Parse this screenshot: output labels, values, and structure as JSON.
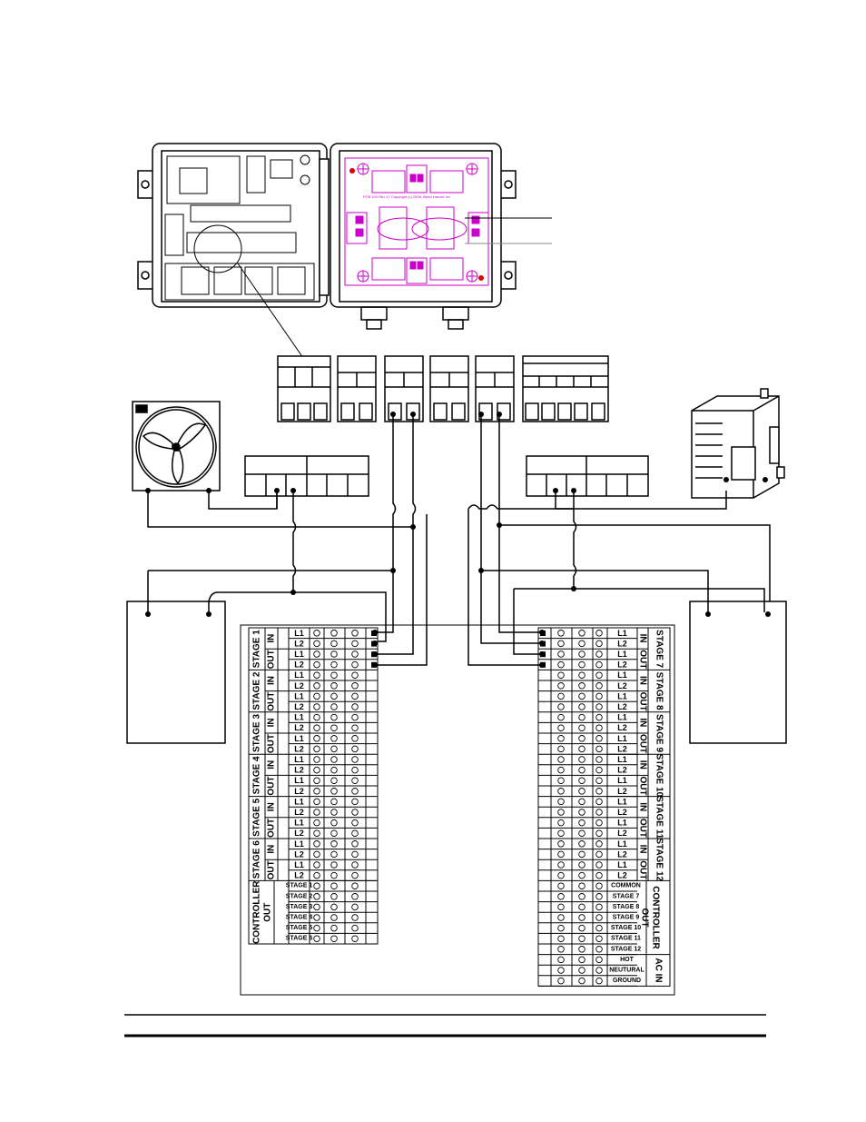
{
  "left_table": {
    "stages": [
      "STAGE 1",
      "STAGE 2",
      "STAGE 3",
      "STAGE 4",
      "STAGE 5",
      "STAGE 6"
    ],
    "in_label": "IN",
    "out_label": "OUT",
    "l1": "L1",
    "l2": "L2",
    "controller_label_1": "CONTROLLER",
    "controller_label_2": "OUT",
    "controller_rows": [
      "STAGE 1",
      "STAGE 2",
      "STAGE 3",
      "STAGE 4",
      "STAGE 5",
      "STAGE 6"
    ]
  },
  "right_table": {
    "stages": [
      "STAGE 7",
      "STAGE 8",
      "STAGE 9",
      "STAGE 10",
      "STAGE 11",
      "STAGE 12"
    ],
    "in_label": "IN",
    "out_label": "OUT",
    "l1": "L1",
    "l2": "L2",
    "controller_label_1": "CONTROLLER",
    "controller_label_2": "OUT",
    "controller_rows": [
      "COMMON",
      "STAGE 7",
      "STAGE 8",
      "STAGE 9",
      "STAGE 10",
      "STAGE 11",
      "STAGE 12"
    ],
    "ac_label": "AC IN",
    "ac_rows": [
      "HOT",
      "NEUTURAL",
      "GROUND"
    ]
  },
  "pcb_text": {
    "title": "PCB 100 Rev 17  Copyright (c) 2008, Allied-Harold, Inc"
  },
  "colors": {
    "line": "#000000",
    "pcb": "#cc00cc",
    "led_red": "#dd0000"
  }
}
